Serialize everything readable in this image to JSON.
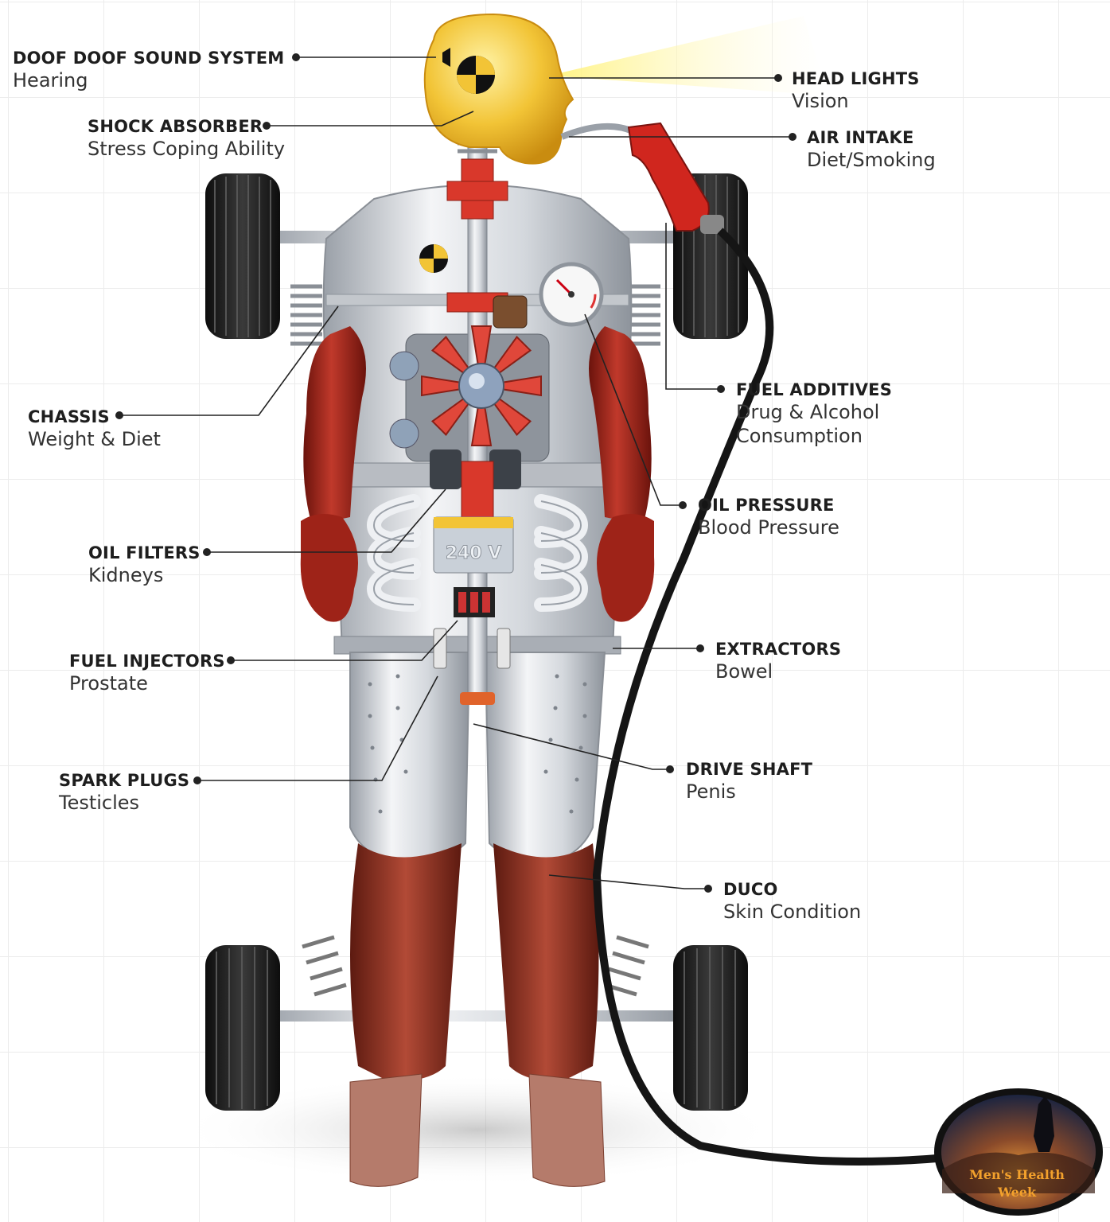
{
  "labels": {
    "sound": {
      "title": "DOOF DOOF SOUND SYSTEM",
      "sub": "Hearing"
    },
    "shock": {
      "title": "SHOCK ABSORBER",
      "sub": "Stress Coping Ability"
    },
    "chassis": {
      "title": "CHASSIS",
      "sub": "Weight & Diet"
    },
    "oil_filters": {
      "title": "OIL FILTERS",
      "sub": "Kidneys"
    },
    "injectors": {
      "title": "FUEL INJECTORS",
      "sub": "Prostate"
    },
    "spark": {
      "title": "SPARK PLUGS",
      "sub": "Testicles"
    },
    "headlights": {
      "title": "HEAD LIGHTS",
      "sub": "Vision"
    },
    "air": {
      "title": "AIR INTAKE",
      "sub": "Diet/Smoking"
    },
    "additives": {
      "title": "FUEL ADDITIVES",
      "sub": "Drug & Alcohol",
      "sub2": "Consumption"
    },
    "oil_pressure": {
      "title": "OIL PRESSURE",
      "sub": "Blood Pressure"
    },
    "extractors": {
      "title": "EXTRACTORS",
      "sub": "Bowel"
    },
    "drive": {
      "title": "DRIVE SHAFT",
      "sub": "Penis"
    },
    "duco": {
      "title": "DUCO",
      "sub": "Skin Condition"
    }
  },
  "battery_text": "240 V",
  "badge": {
    "line1": "Men's Health",
    "line2": "Week"
  },
  "colors": {
    "head": "#f2c436",
    "limb_red": "#a3261b",
    "metal": "#c9cdd3",
    "fan_red": "#d9382b",
    "line": "#222222",
    "nozzle": "#d0261e"
  }
}
